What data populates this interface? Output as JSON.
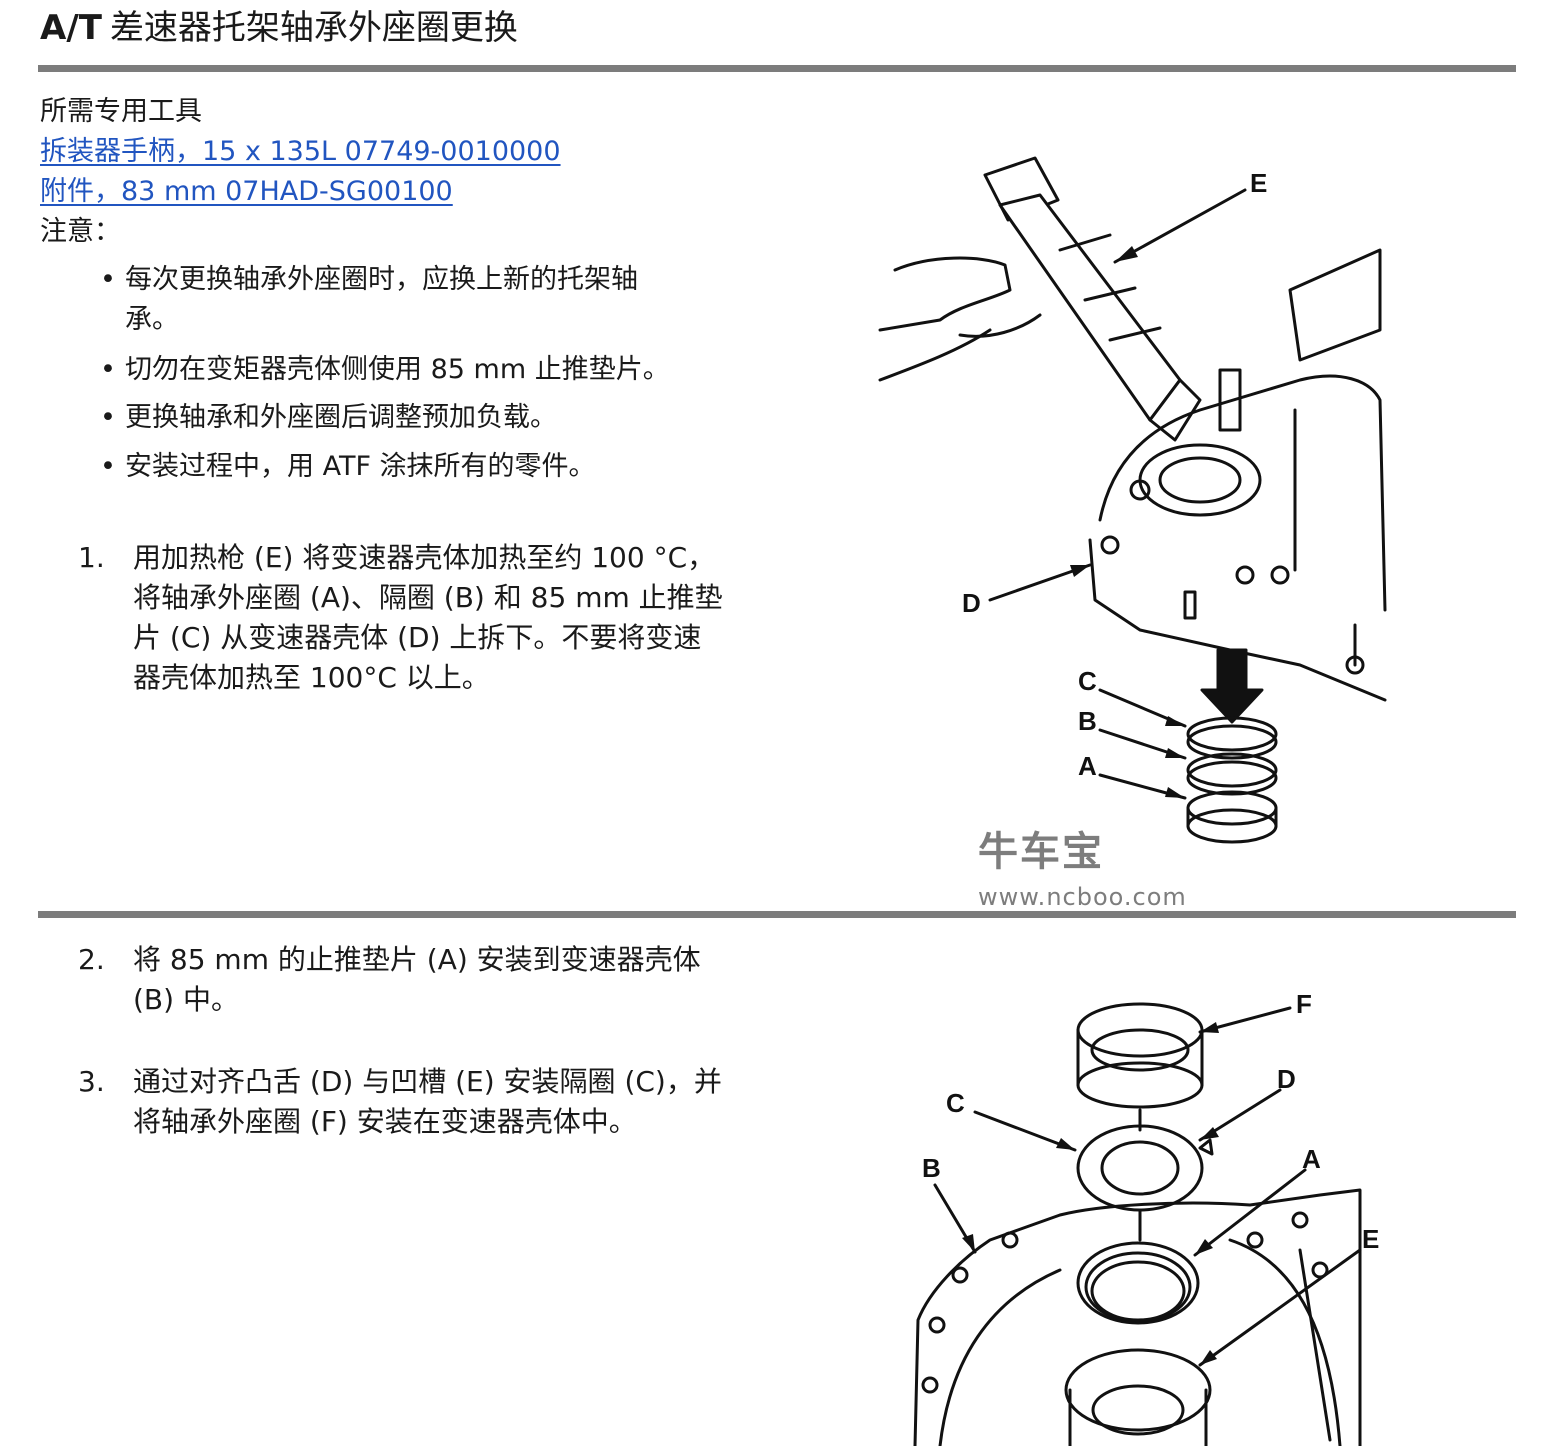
{
  "title": {
    "prefix": "A/T",
    "text": "差速器托架轴承外座圈更换"
  },
  "tools": {
    "heading": "所需专用工具",
    "links": [
      "拆装器手柄，15 x 135L 07749-0010000",
      "附件，83 mm 07HAD-SG00100"
    ]
  },
  "notice": {
    "heading": "注意：",
    "bullets": [
      {
        "line1": "每次更换轴承外座圈时，应换上新的托架轴",
        "line2": "承。"
      },
      {
        "line1": "切勿在变矩器壳体侧使用 85 mm 止推垫片。"
      },
      {
        "line1": "更换轴承和外座圈后调整预加负载。"
      },
      {
        "line1": "安装过程中，用 ATF 涂抹所有的零件。"
      }
    ]
  },
  "steps": [
    {
      "num": "1.",
      "lines": [
        "用加热枪 (E) 将变速器壳体加热至约 100 °C，",
        "将轴承外座圈 (A)、隔圈 (B) 和 85 mm 止推垫",
        "片 (C) 从变速器壳体 (D) 上拆下。不要将变速",
        "器壳体加热至 100°C 以上。"
      ]
    },
    {
      "num": "2.",
      "lines": [
        "将 85 mm 的止推垫片 (A) 安装到变速器壳体",
        "(B) 中。"
      ]
    },
    {
      "num": "3.",
      "lines": [
        "通过对齐凸舌 (D) 与凹槽 (E) 安装隔圈 (C)，并",
        "将轴承外座圈 (F) 安装在变速器壳体中。"
      ]
    }
  ],
  "figure1": {
    "labels": [
      "E",
      "D",
      "C",
      "B",
      "A"
    ]
  },
  "figure2": {
    "labels": [
      "F",
      "D",
      "C",
      "B",
      "A",
      "E"
    ]
  },
  "watermark": {
    "brand": "牛车宝",
    "url": "www.ncboo.com"
  }
}
